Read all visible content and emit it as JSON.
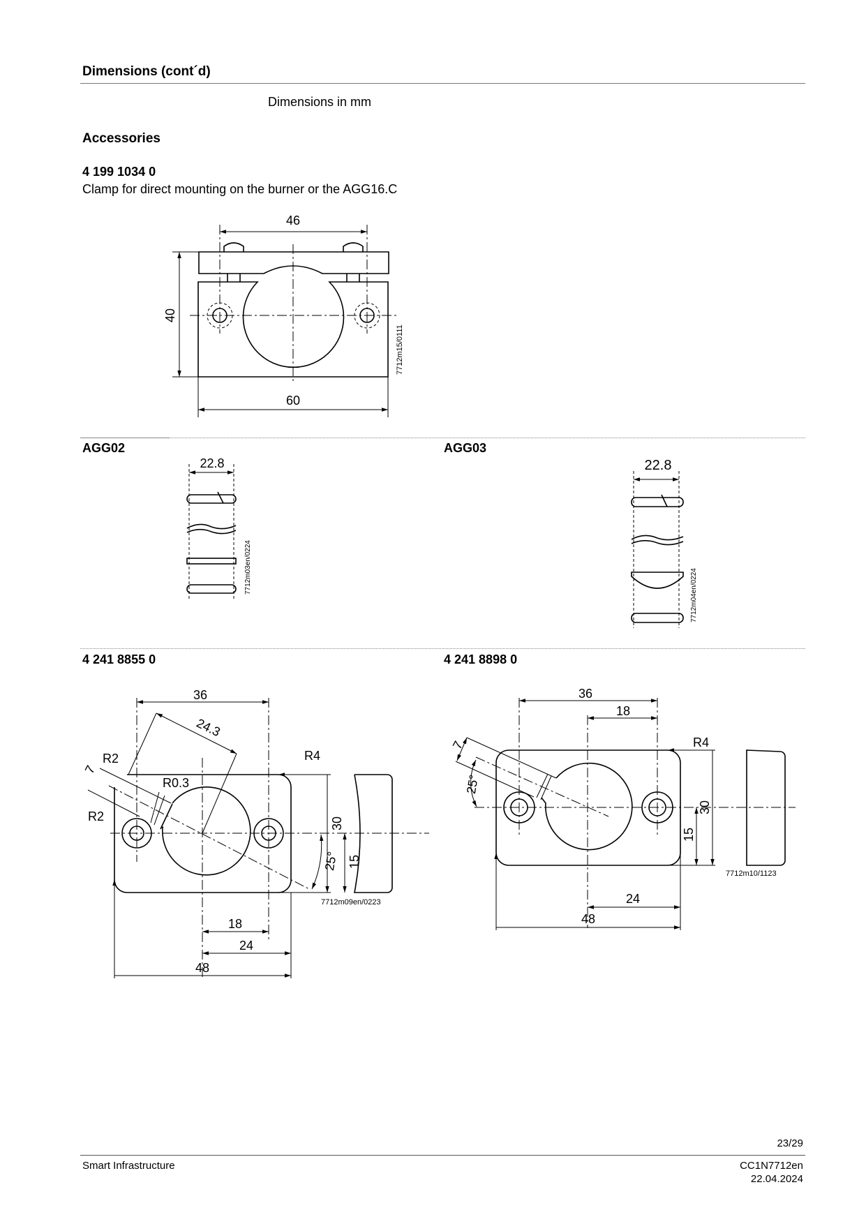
{
  "header": {
    "title": "Dimensions (cont´d)",
    "units_note": "Dimensions in mm"
  },
  "accessories": {
    "heading": "Accessories",
    "clamp": {
      "part_no": "4 199 1034 0",
      "description": "Clamp for direct mounting on the burner or the AGG16.C",
      "dims": {
        "width_top": "46",
        "height": "40",
        "width": "60"
      },
      "drawing_code": "7712m15/0111"
    },
    "agg02": {
      "label": "AGG02",
      "dim": "22.8",
      "drawing_code": "7712m03en/0224"
    },
    "agg03": {
      "label": "AGG03",
      "dim": "22.8",
      "drawing_code": "7712m04en/0224"
    },
    "flange_a": {
      "part_no": "4 241 8855 0",
      "dims": {
        "d36": "36",
        "d24_3": "24.3",
        "r2a": "R2",
        "r2b": "R2",
        "r0_3": "R0.3",
        "r4": "R4",
        "d7": "7",
        "d30": "30",
        "d15": "15",
        "angle": "25°",
        "d18": "18",
        "d24": "24",
        "d48": "48"
      },
      "drawing_code": "7712m09en/0223"
    },
    "flange_b": {
      "part_no": "4 241 8898 0",
      "dims": {
        "d36": "36",
        "d18": "18",
        "r4": "R4",
        "d7": "7",
        "angle": "25°",
        "d30": "30",
        "d15": "15",
        "d24": "24",
        "d48": "48"
      },
      "drawing_code": "7712m10/1123"
    }
  },
  "footer": {
    "page": "23/29",
    "company": "Smart Infrastructure",
    "doc_id": "CC1N7712en",
    "date": "22.04.2024"
  }
}
